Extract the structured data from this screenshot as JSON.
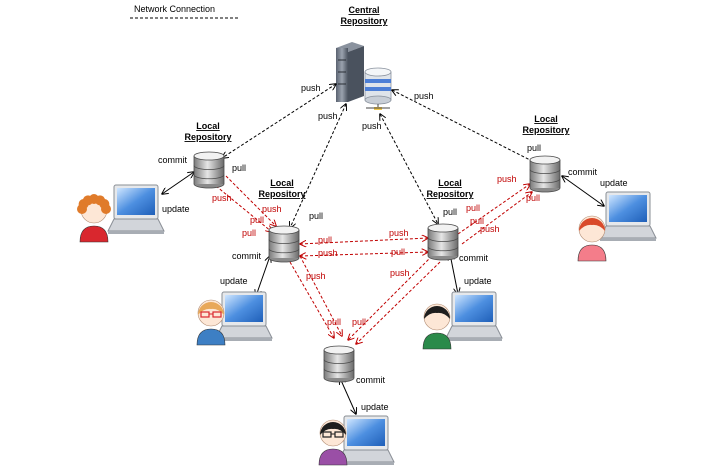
{
  "legend": {
    "label": "Network Connection"
  },
  "titles": {
    "central": [
      "Central",
      "Repository"
    ],
    "local_tl": [
      "Local",
      "Repository"
    ],
    "local_ml": [
      "Local",
      "Repository"
    ],
    "local_mr": [
      "Local",
      "Repository"
    ],
    "local_tr": [
      "Local",
      "Repository"
    ]
  },
  "labels": {
    "push": "push",
    "pull": "pull",
    "commit": "commit",
    "update": "update"
  },
  "colors": {
    "central_link": "#000000",
    "peer_link": "#c00000",
    "local_link": "#000000"
  }
}
